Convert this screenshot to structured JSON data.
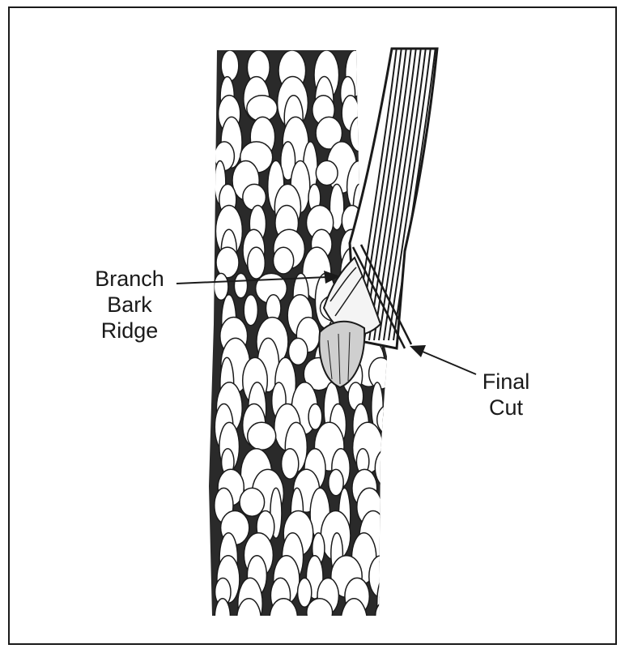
{
  "labels": {
    "branch_bark_ridge": [
      "Branch",
      "Bark",
      "Ridge"
    ],
    "final_cut": [
      "Final",
      "Cut"
    ]
  },
  "colors": {
    "ink": "#1a1a1a",
    "paper": "#ffffff",
    "shade": "#cfcfcf"
  }
}
